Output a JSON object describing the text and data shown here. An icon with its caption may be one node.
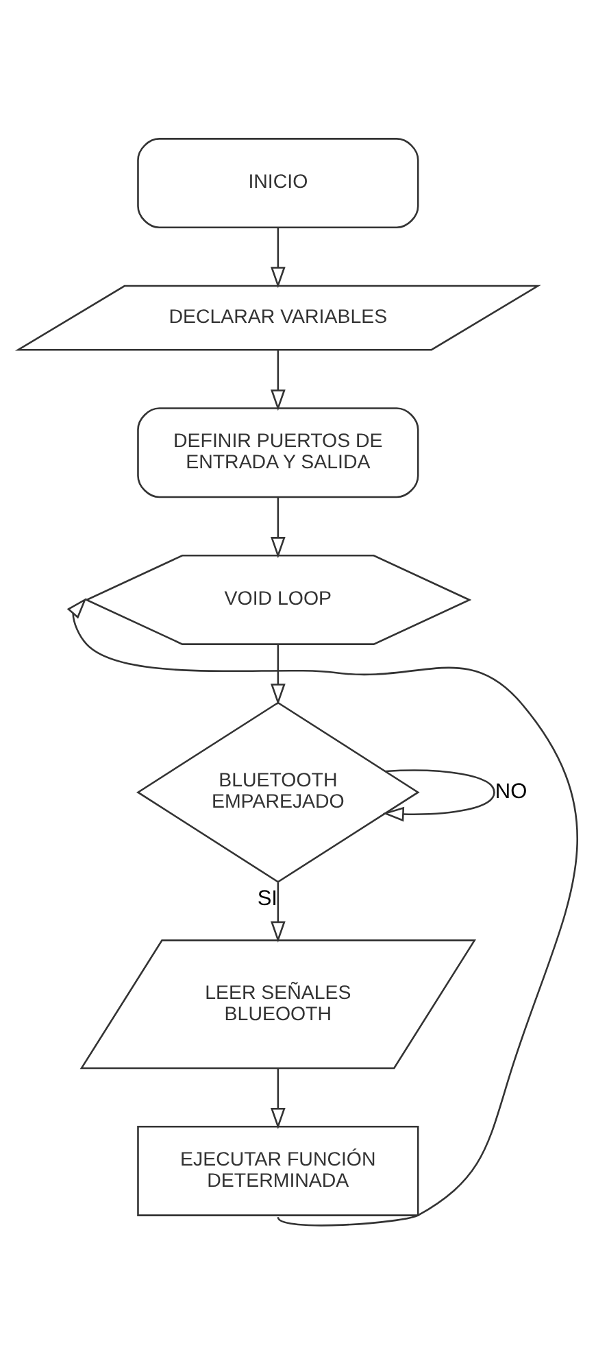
{
  "diagram": {
    "nodes": [
      {
        "text": [
          "INICIO"
        ]
      },
      {
        "text": [
          "DECLARAR VARIABLES"
        ]
      },
      {
        "text": [
          "DEFINIR PUERTOS DE ENTRADA Y SALIDA"
        ]
      },
      {
        "text": [
          "VOID LOOP"
        ]
      },
      {
        "text": [
          "BLUETOOTH EMPAREJADO"
        ]
      },
      {
        "text": [
          "LEER SEÑALES BLUEOOTH"
        ]
      },
      {
        "text": [
          "EJECUTAR FUNCIÓN DETERMINADA"
        ]
      }
    ],
    "edges": [
      {
        "from": 0,
        "to": 1,
        "arrow": "to"
      },
      {
        "from": 1,
        "to": 2,
        "arrow": "to"
      },
      {
        "from": 2,
        "to": 3,
        "arrow": "to"
      },
      {
        "from": 3,
        "to": 4,
        "arrow": "to"
      },
      {
        "from": 4,
        "to": 4,
        "arrow": "to",
        "label": "NO"
      },
      {
        "from": 4,
        "to": 5,
        "arrow": "to",
        "label": "SI"
      },
      {
        "from": 5,
        "to": 6,
        "arrow": "to"
      },
      {
        "from": 6,
        "to": 3,
        "arrow": "to"
      }
    ]
  }
}
